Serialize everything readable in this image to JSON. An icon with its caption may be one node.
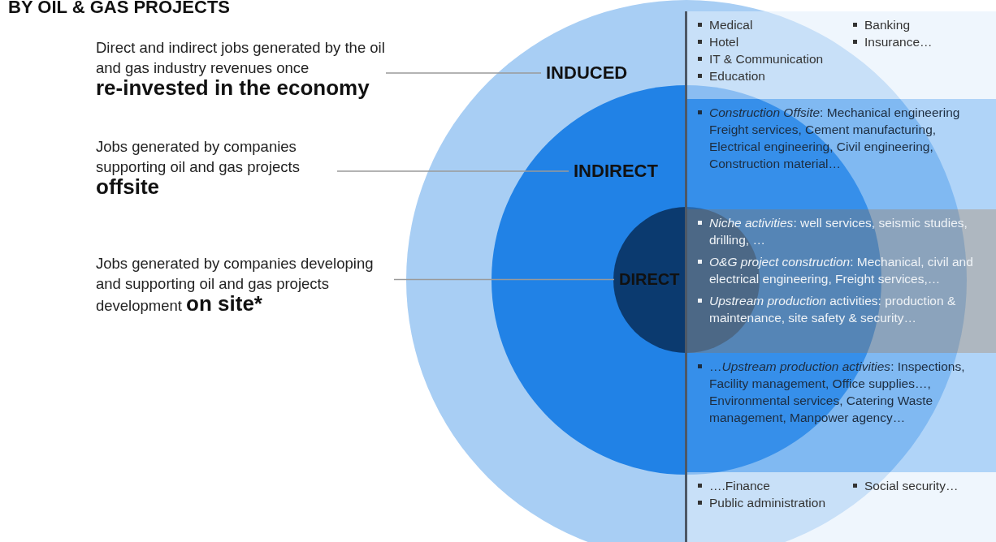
{
  "diagram": {
    "title": "BY OIL & GAS PROJECTS",
    "nodes": [
      {
        "text": [],
        "shape": "circle"
      },
      {
        "text": [
          "INDUCED"
        ],
        "in": 0
      },
      {
        "text": [],
        "shape": "circle",
        "in": 0
      },
      {
        "text": [
          "INDIRECT"
        ],
        "in": 2
      },
      {
        "text": [],
        "shape": "circle",
        "in": 2
      },
      {
        "text": [
          "DIRECT"
        ],
        "in": 4
      },
      {
        "text": [
          "Direct and indirect jobs generated by the oil and gas industry revenues once",
          "re-invested in the economy"
        ]
      },
      {
        "text": [
          "Jobs generated by companies supporting oil and gas projects",
          "offsite"
        ]
      },
      {
        "text": [
          "Jobs generated by companies developing and supporting oil and gas projects development",
          "on site*"
        ]
      },
      {
        "text": [
          "Medical",
          "Hotel",
          "IT & Communication",
          "Education",
          "Banking",
          "Insurance…"
        ]
      },
      {
        "text": [
          "*Construction Offsite*: Mechanical engineering Freight services, Cement manufacturing, Electrical engineering, Civil engineering, Construction material…"
        ]
      },
      {
        "text": [
          "*Niche activities*: well services, seismic studies, drilling, …",
          "*O&G project construction*:  Mechanical, civil and electrical  engineering, Freight services,…",
          "*Upstream production* activities: production & maintenance, site safety & security…"
        ]
      },
      {
        "text": [
          "…*Upstream production activities*: Inspections, Facility management, Office supplies…, Environmental services, Catering Waste management, Manpower agency…"
        ]
      },
      {
        "text": [
          "….Finance",
          "Public administration",
          "Social security…"
        ]
      }
    ],
    "edges": [
      {
        "from": 6,
        "to": 1,
        "arrow": "none"
      },
      {
        "from": 7,
        "to": 3,
        "arrow": "none"
      },
      {
        "from": 8,
        "to": 5,
        "arrow": "none"
      }
    ]
  }
}
